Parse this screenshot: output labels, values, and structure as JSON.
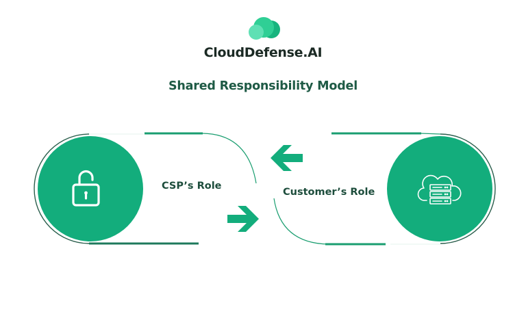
{
  "brand": {
    "name": "CloudDefense.AI",
    "logo_icon": "cloud-logo-icon",
    "colors": {
      "light": "#5fe0b4",
      "mid": "#2fcf95",
      "dark": "#17b47e"
    }
  },
  "title": "Shared Responsibility Model",
  "diagram": {
    "accent": "#13ad7c",
    "line_dark": "#1e7a5c",
    "roles": [
      {
        "label": "CSP’s Role",
        "icon": "unlocked-padlock-icon"
      },
      {
        "label": "Customer’s Role",
        "icon": "cloud-server-icon"
      }
    ],
    "arrows": [
      {
        "direction": "left",
        "icon": "arrow-left-icon"
      },
      {
        "direction": "right",
        "icon": "arrow-right-icon"
      }
    ]
  }
}
